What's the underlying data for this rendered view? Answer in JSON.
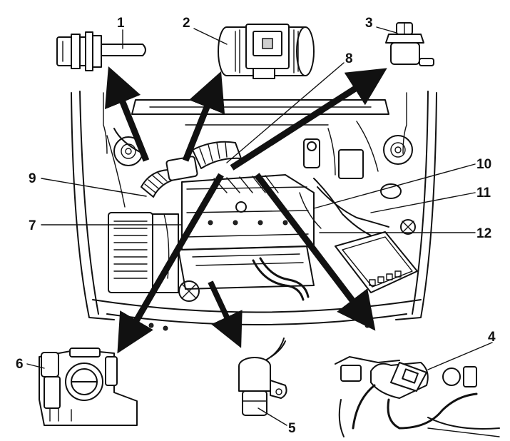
{
  "callouts": [
    {
      "id": "1",
      "label": "1"
    },
    {
      "id": "2",
      "label": "2"
    },
    {
      "id": "3",
      "label": "3"
    },
    {
      "id": "4",
      "label": "4"
    },
    {
      "id": "5",
      "label": "5"
    },
    {
      "id": "6",
      "label": "6"
    },
    {
      "id": "7",
      "label": "7"
    },
    {
      "id": "8",
      "label": "8"
    },
    {
      "id": "9",
      "label": "9"
    },
    {
      "id": "10",
      "label": "10"
    },
    {
      "id": "11",
      "label": "11"
    },
    {
      "id": "12",
      "label": "12"
    }
  ],
  "style": {
    "ink": "#111111",
    "background": "#ffffff"
  }
}
